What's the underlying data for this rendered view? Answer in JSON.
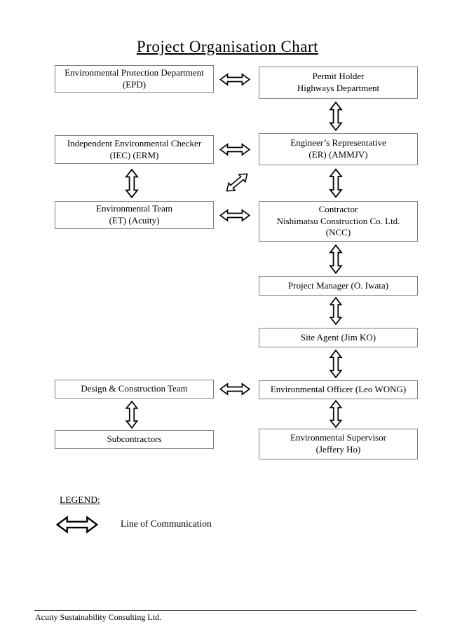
{
  "title": "Project Organisation Chart",
  "boxes": {
    "epd": {
      "line1": "Environmental Protection Department",
      "line2": "(EPD)"
    },
    "permit_holder": {
      "line1": "Permit Holder",
      "line2": "Highways Department"
    },
    "iec": {
      "line1": "Independent Environmental Checker",
      "line2": "(IEC) (ERM)"
    },
    "er": {
      "line1": "Engineer’s Representative",
      "line2": "(ER) (AMMJV)"
    },
    "et": {
      "line1": "Environmental Team",
      "line2": "(ET) (Acuity)"
    },
    "contractor": {
      "line1": "Contractor",
      "line2": "Nishimatsu Construction Co. Ltd.",
      "line3": "(NCC)"
    },
    "project_manager": {
      "line1": "Project Manager (O. Iwata)"
    },
    "site_agent": {
      "line1": "Site Agent (Jim KO)"
    },
    "design_construction_team": {
      "line1": "Design & Construction Team"
    },
    "environmental_officer": {
      "line1": "Environmental Officer (Leo WONG)"
    },
    "subcontractors": {
      "line1": "Subcontractors"
    },
    "environmental_supervisor": {
      "line1": "Environmental Supervisor",
      "line2": "(Jeffery Ho)"
    }
  },
  "connections": [
    {
      "from": "epd",
      "to": "permit_holder",
      "direction": "horizontal"
    },
    {
      "from": "permit_holder",
      "to": "er",
      "direction": "vertical"
    },
    {
      "from": "iec",
      "to": "er",
      "direction": "horizontal"
    },
    {
      "from": "iec",
      "to": "et",
      "direction": "vertical"
    },
    {
      "from": "et",
      "to": "er",
      "direction": "diagonal"
    },
    {
      "from": "er",
      "to": "contractor",
      "direction": "vertical"
    },
    {
      "from": "et",
      "to": "contractor",
      "direction": "horizontal"
    },
    {
      "from": "contractor",
      "to": "project_manager",
      "direction": "vertical"
    },
    {
      "from": "project_manager",
      "to": "site_agent",
      "direction": "vertical"
    },
    {
      "from": "site_agent",
      "to": "environmental_officer",
      "direction": "vertical"
    },
    {
      "from": "design_construction_team",
      "to": "environmental_officer",
      "direction": "horizontal"
    },
    {
      "from": "design_construction_team",
      "to": "subcontractors",
      "direction": "vertical"
    },
    {
      "from": "environmental_officer",
      "to": "environmental_supervisor",
      "direction": "vertical"
    }
  ],
  "legend": {
    "heading": "LEGEND:",
    "symbol": "double-headed-arrow",
    "label": "Line of Communication"
  },
  "footer": {
    "company": "Acuity Sustainability Consulting Ltd."
  },
  "colors": {
    "background": "#ffffff",
    "box_border": "#7f7f7f",
    "text": "#000000",
    "arrow_outline": "#000000",
    "arrow_fill": "#ffffff"
  }
}
